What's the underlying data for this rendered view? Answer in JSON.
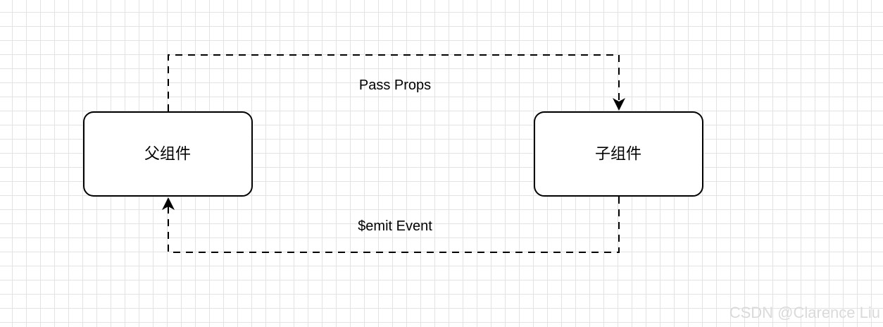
{
  "nodes": {
    "parent": {
      "label": "父组件"
    },
    "child": {
      "label": "子组件"
    }
  },
  "edges": {
    "props": {
      "label": "Pass Props"
    },
    "emit": {
      "label": "$emit Event"
    }
  },
  "watermark": "CSDN @Clarence Liu",
  "colors": {
    "stroke": "#000000",
    "node_fill": "#ffffff",
    "grid": "#e3e3e3",
    "watermark": "#dadada"
  }
}
